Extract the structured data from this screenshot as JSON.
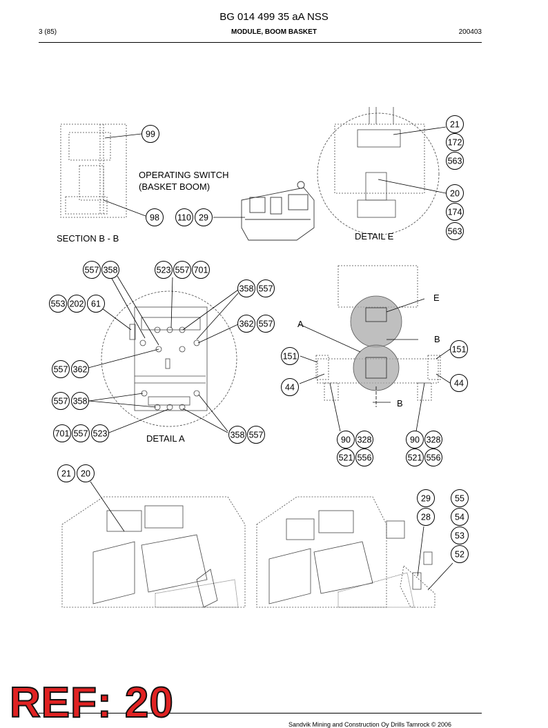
{
  "header": {
    "doc_title": "BG 014 499 35 aA NSS",
    "page": "3 (85)",
    "module": "MODULE, BOOM BASKET",
    "date": "200403"
  },
  "footer": {
    "text": "Sandvik Mining and Construction Oy Drills Tamrock © 2006",
    "stamp": "REF: 20"
  },
  "views": {
    "section_bb": "SECTION B - B",
    "switch_line1": "OPERATING SWITCH",
    "switch_line2": "(BASKET BOOM)",
    "detail_e": "DETAIL  E",
    "detail_a": "DETAIL  A",
    "mark_a": "A",
    "mark_b_upper": "B",
    "mark_b_lower": "B",
    "mark_e": "E"
  },
  "callouts": {
    "c99": "99",
    "c98": "98",
    "c110": "110",
    "c29_switch": "29",
    "c21_e": "21",
    "c172": "172",
    "c563_a": "563",
    "c20_e": "20",
    "c174": "174",
    "c563_b": "563",
    "c557_1": "557",
    "c358_1": "358",
    "c523_1": "523",
    "c557_2": "557",
    "c701_1": "701",
    "c358_2": "358",
    "c557_3": "557",
    "c553": "553",
    "c202": "202",
    "c61": "61",
    "c362_1": "362",
    "c557_4": "557",
    "c557_5": "557",
    "c362_2": "362",
    "c557_6": "557",
    "c358_3": "358",
    "c701_2": "701",
    "c557_7": "557",
    "c523_2": "523",
    "c358_4": "358",
    "c557_8": "557",
    "c151_l": "151",
    "c151_r": "151",
    "c44_l": "44",
    "c44_r": "44",
    "c90_l": "90",
    "c328_l": "328",
    "c521_l": "521",
    "c556_l": "556",
    "c90_r": "90",
    "c328_r": "328",
    "c521_r": "521",
    "c556_r": "556",
    "c21_b": "21",
    "c20_b": "20",
    "c29_b": "29",
    "c28_b": "28",
    "c55": "55",
    "c54": "54",
    "c53": "53",
    "c52": "52"
  }
}
